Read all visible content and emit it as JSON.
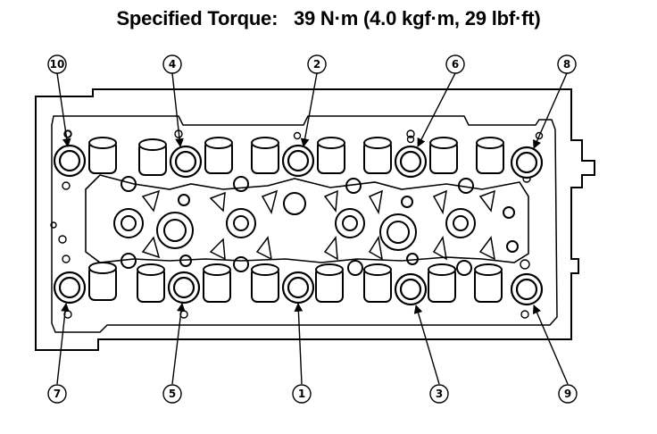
{
  "title": "Specified Torque:   39 N·m (4.0 kgf·m, 29 lbf·ft)",
  "bolt_sequence": [
    {
      "number": "1"
    },
    {
      "number": "2"
    },
    {
      "number": "3"
    },
    {
      "number": "4"
    },
    {
      "number": "5"
    },
    {
      "number": "6"
    },
    {
      "number": "7"
    },
    {
      "number": "8"
    },
    {
      "number": "9"
    },
    {
      "number": "10"
    }
  ],
  "colors": {
    "line": "#000000",
    "fill": "#ffffff"
  }
}
